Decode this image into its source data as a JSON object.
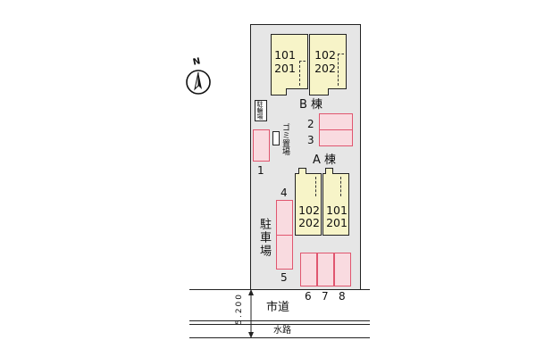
{
  "compass": {
    "letter": "N"
  },
  "building_b": {
    "name": "B 棟",
    "left_units": [
      "101",
      "201"
    ],
    "right_units": [
      "102",
      "202"
    ]
  },
  "building_a": {
    "name": "A 棟",
    "left_units": [
      "102",
      "202"
    ],
    "right_units": [
      "101",
      "201"
    ]
  },
  "labels": {
    "bicycle_parking": "駐輪場",
    "garbage_area": "ゴミ置場",
    "parking_lot": "駐車場",
    "city_road": "市道",
    "waterway": "水路",
    "road_width": "5.200"
  },
  "parking_numbers": {
    "p1": "1",
    "p2": "2",
    "p3": "3",
    "p4": "4",
    "p5": "5",
    "p6": "6",
    "p7": "7",
    "p8": "8"
  },
  "colors": {
    "site": "#e6e6e6",
    "building": "#f7f4c8",
    "parking_fill": "#f9dbe0",
    "parking_border": "#e0566f"
  }
}
